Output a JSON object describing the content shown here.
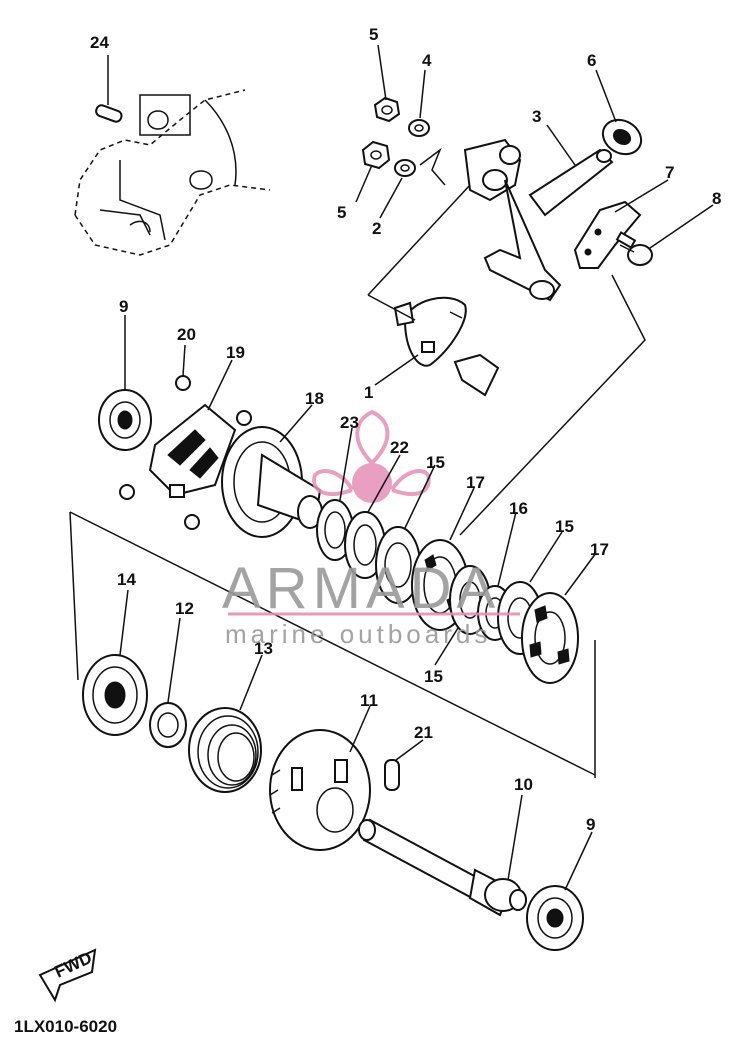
{
  "diagram": {
    "drawing_code": "1LX010-6020",
    "fwd_label": "FWD",
    "callouts": [
      {
        "id": "c24",
        "label": "24"
      },
      {
        "id": "c5a",
        "label": "5"
      },
      {
        "id": "c4",
        "label": "4"
      },
      {
        "id": "c5b",
        "label": "5"
      },
      {
        "id": "c2",
        "label": "2"
      },
      {
        "id": "c3",
        "label": "3"
      },
      {
        "id": "c6",
        "label": "6"
      },
      {
        "id": "c7",
        "label": "7"
      },
      {
        "id": "c8",
        "label": "8"
      },
      {
        "id": "c1",
        "label": "1"
      },
      {
        "id": "c9a",
        "label": "9"
      },
      {
        "id": "c20",
        "label": "20"
      },
      {
        "id": "c19",
        "label": "19"
      },
      {
        "id": "c18",
        "label": "18"
      },
      {
        "id": "c23",
        "label": "23"
      },
      {
        "id": "c22",
        "label": "22"
      },
      {
        "id": "c15a",
        "label": "15"
      },
      {
        "id": "c17a",
        "label": "17"
      },
      {
        "id": "c16",
        "label": "16"
      },
      {
        "id": "c15b",
        "label": "15"
      },
      {
        "id": "c17b",
        "label": "17"
      },
      {
        "id": "c15c",
        "label": "15"
      },
      {
        "id": "c14",
        "label": "14"
      },
      {
        "id": "c12",
        "label": "12"
      },
      {
        "id": "c13",
        "label": "13"
      },
      {
        "id": "c11",
        "label": "11"
      },
      {
        "id": "c21",
        "label": "21"
      },
      {
        "id": "c10",
        "label": "10"
      },
      {
        "id": "c9b",
        "label": "9"
      }
    ]
  },
  "watermark": {
    "brand": "ARMADA",
    "tagline": "marine outboards",
    "color": "#e58fb8",
    "text_color": "#9a9a9a"
  }
}
